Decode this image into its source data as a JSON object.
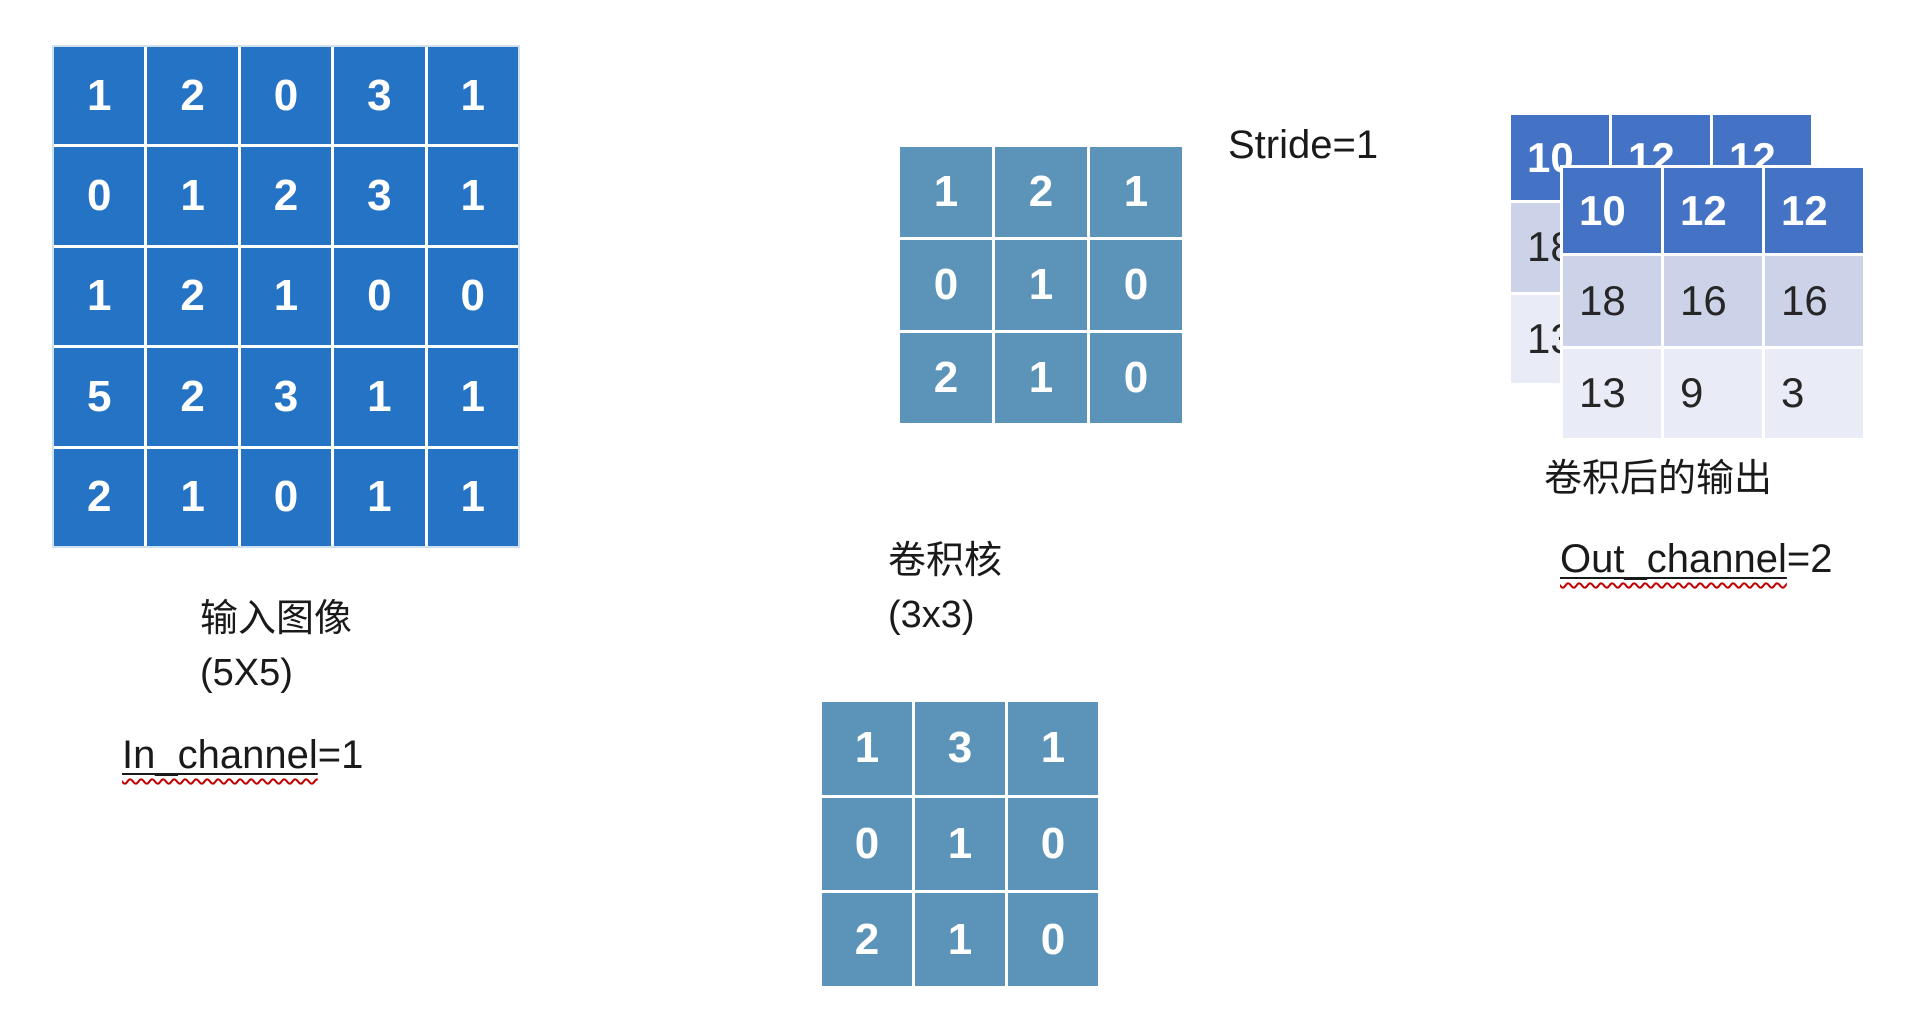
{
  "colors": {
    "input_cell": "#2573c5",
    "kernel_cell": "#5c93b8",
    "output_header": "#4472c4",
    "output_row2": "#ccd3e8",
    "output_row3": "#e9ecf6",
    "spellcheck_red": "#c00000"
  },
  "input_matrix": {
    "values": [
      [
        1,
        2,
        0,
        3,
        1
      ],
      [
        0,
        1,
        2,
        3,
        1
      ],
      [
        1,
        2,
        1,
        0,
        0
      ],
      [
        5,
        2,
        3,
        1,
        1
      ],
      [
        2,
        1,
        0,
        1,
        1
      ]
    ],
    "label_line1": "输入图像",
    "label_line2": "(5X5)",
    "channel_word": "In_channel",
    "channel_value": "=1"
  },
  "kernels": {
    "stride_label": "Stride=1",
    "label_line1": "卷积核",
    "label_line2": "(3x3)",
    "kernel1_values": [
      [
        1,
        2,
        1
      ],
      [
        0,
        1,
        0
      ],
      [
        2,
        1,
        0
      ]
    ],
    "kernel2_values": [
      [
        1,
        3,
        1
      ],
      [
        0,
        1,
        0
      ],
      [
        2,
        1,
        0
      ]
    ]
  },
  "output": {
    "front_values": [
      [
        10,
        12,
        12
      ],
      [
        18,
        16,
        16
      ],
      [
        13,
        9,
        3
      ]
    ],
    "back_values": [
      [
        10,
        12,
        12
      ],
      [
        18,
        16,
        16
      ],
      [
        13,
        9,
        3
      ]
    ],
    "label": "卷积后的输出",
    "channel_word": "Out_channel",
    "channel_value": "=2"
  }
}
